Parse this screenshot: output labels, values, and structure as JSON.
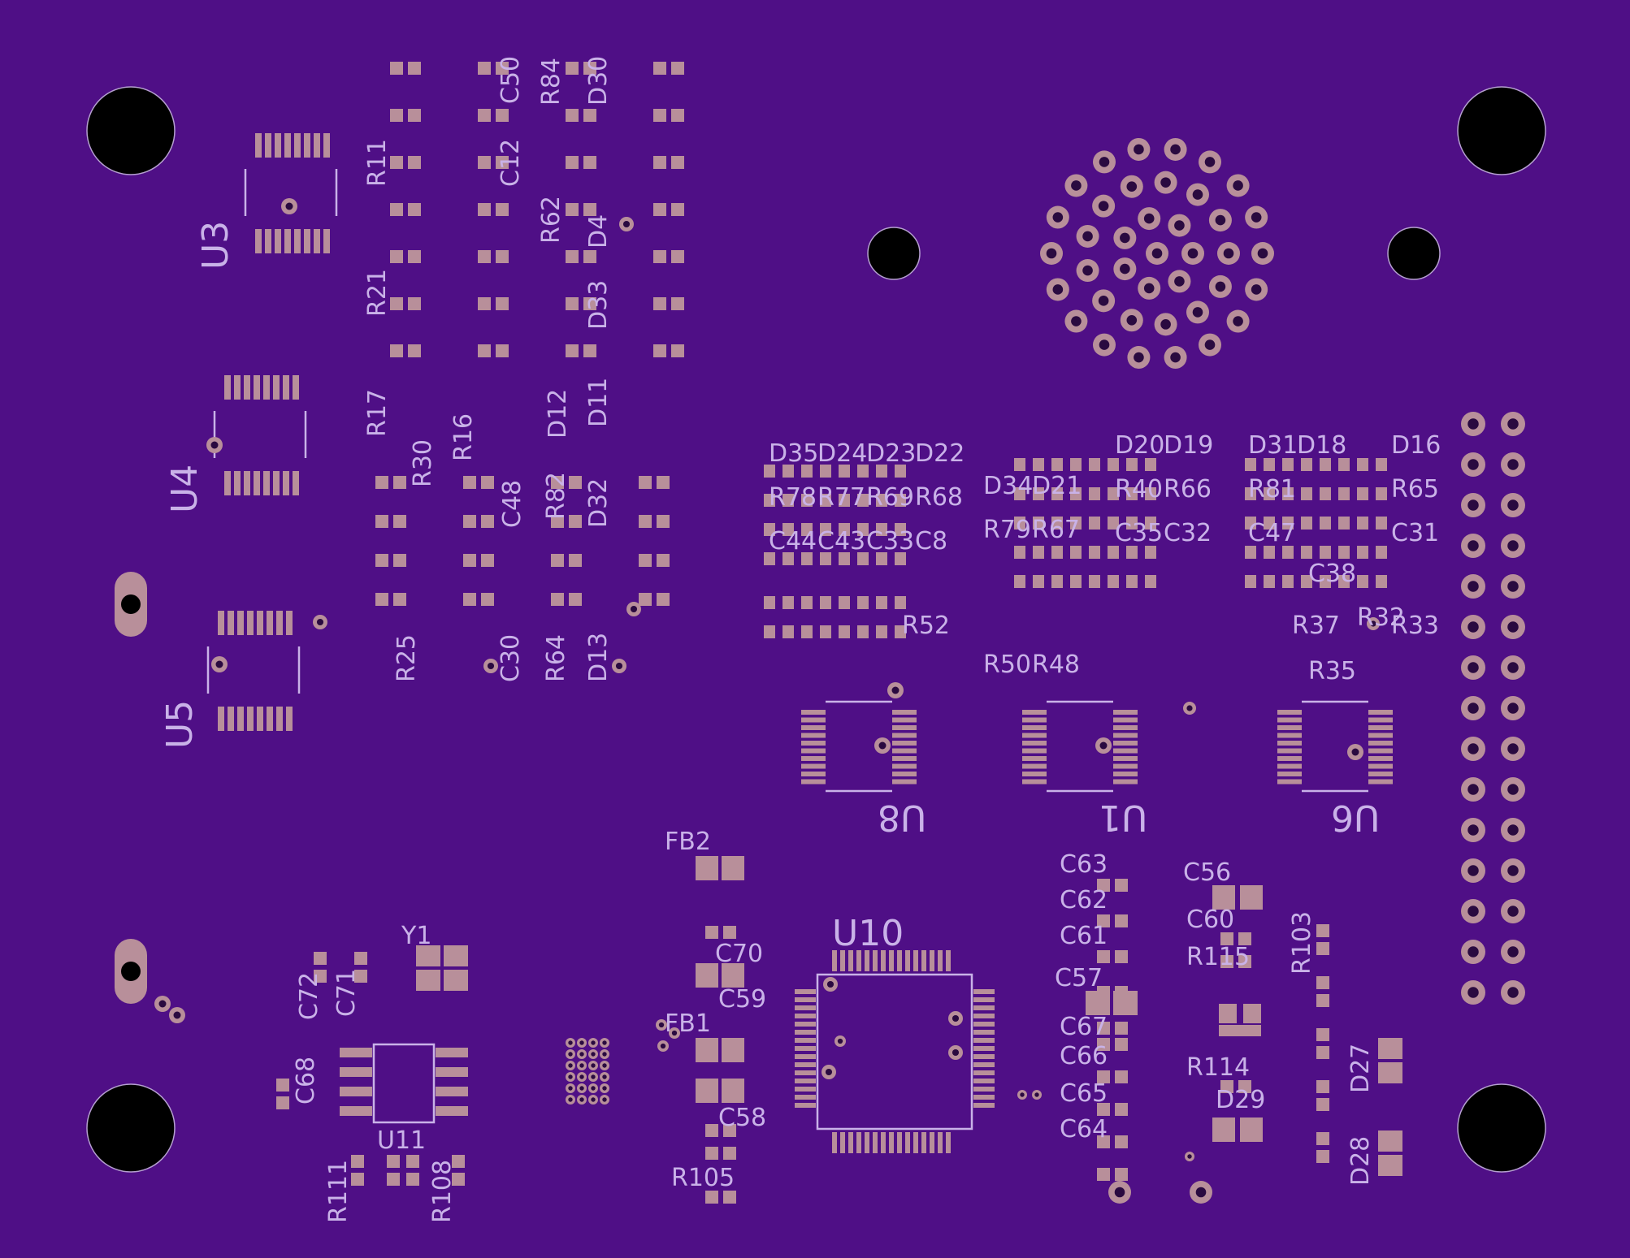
{
  "colors": {
    "board": "#4f0f86",
    "pad": "#b88f9a",
    "silk": "#c9b2e8",
    "hole": "#000000"
  },
  "designators": {
    "U1": "U1",
    "U3": "U3",
    "U4": "U4",
    "U5": "U5",
    "U6": "U6",
    "U8": "U8",
    "U10": "U10",
    "U11": "U11",
    "Y1": "Y1",
    "FB1": "FB1",
    "FB2": "FB2",
    "C8": "C8",
    "C12": "C12",
    "C31": "C31",
    "C32": "C32",
    "C33": "C33",
    "C35": "C35",
    "C38": "C38",
    "C43": "C43",
    "C44": "C44",
    "C47": "C47",
    "C48": "C48",
    "C50": "C50",
    "C56": "C56",
    "C57": "C57",
    "C58": "C58",
    "C59": "C59",
    "C60": "C60",
    "C61": "C61",
    "C62": "C62",
    "C63": "C63",
    "C64": "C64",
    "C65": "C65",
    "C66": "C66",
    "C67": "C67",
    "C68": "C68",
    "C70": "C70",
    "C71": "C71",
    "C72": "C72",
    "D4": "D4",
    "D11": "D11",
    "D16": "D16",
    "D18": "D18",
    "D19": "D19",
    "D20": "D20",
    "D21": "D21",
    "D22": "D22",
    "D23": "D23",
    "D24": "D24",
    "D27": "D27",
    "D28": "D28",
    "D29": "D29",
    "D30": "D30",
    "D31": "D31",
    "D32": "D32",
    "D33": "D33",
    "D34": "D34",
    "D35": "D35",
    "R11": "R11",
    "R17": "R17",
    "R21": "R21",
    "R25": "R25",
    "R32": "R32",
    "R33": "R33",
    "R35": "R35",
    "R37": "R37",
    "R40": "R40",
    "R48": "R48",
    "R50": "R50",
    "R52": "R52",
    "R62": "R62",
    "R64": "R64",
    "R65": "R65",
    "R66": "R66",
    "R67": "R67",
    "R68": "R68",
    "R69": "R69",
    "R77": "R77",
    "R78": "R78",
    "R79": "R79",
    "R81": "R81",
    "R82": "R82",
    "R84": "R84",
    "R103": "R103",
    "R105": "R105",
    "R108": "R108",
    "R111": "R111",
    "R114": "R114",
    "R115": "R115",
    "C30": "C30",
    "R16": "R16",
    "R30": "R30",
    "D12": "D12",
    "D13": "D13"
  }
}
